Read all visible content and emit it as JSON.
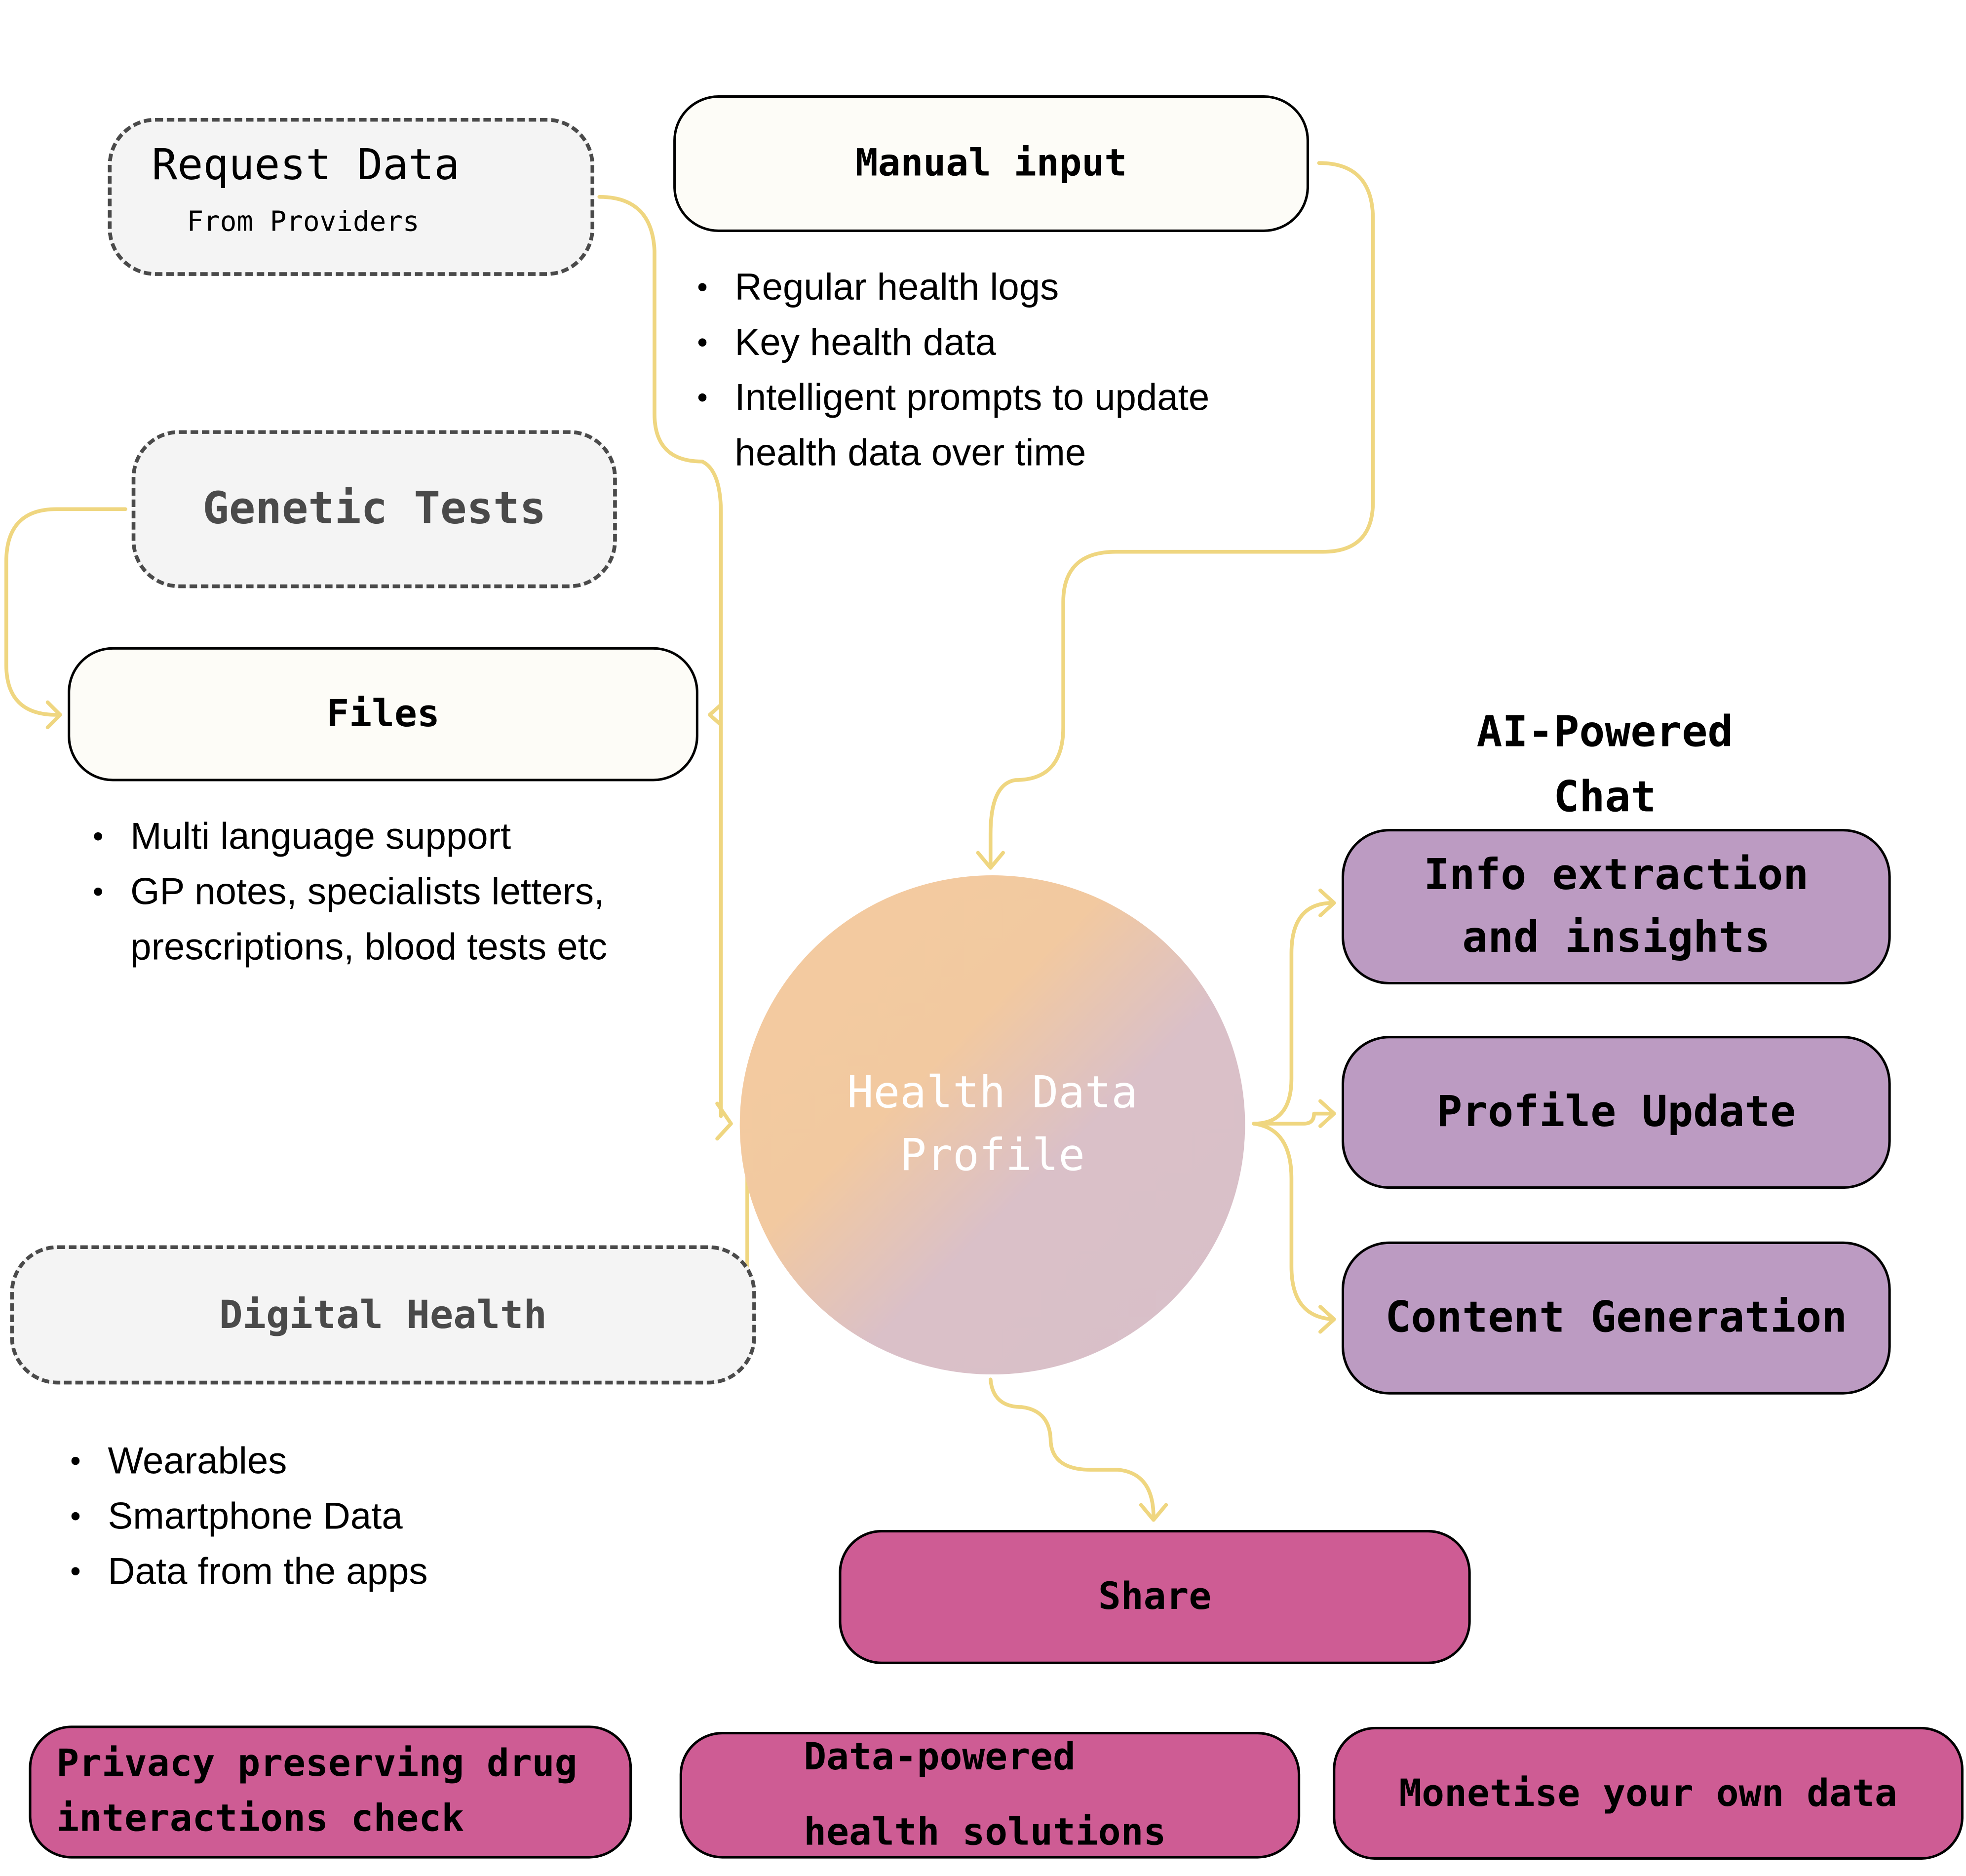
{
  "colors": {
    "connector": "#efd680",
    "source_fill": "#fdfcf7",
    "placeholder_fill": "#f4f4f4",
    "ai_box_fill": "#bc9bc2",
    "action_box_fill": "#ce5c94",
    "hub_gradient_start": "#f4cba0",
    "hub_gradient_end": "#d8bfc9"
  },
  "sources": {
    "request_data": {
      "title": "Request Data",
      "subtitle": "From Providers"
    },
    "manual_input": {
      "title": "Manual input",
      "bullets": [
        "Regular health logs",
        "Key health data",
        "Intelligent prompts to update health data over time"
      ]
    },
    "genetic_tests": {
      "title": "Genetic Tests"
    },
    "files": {
      "title": "Files",
      "bullets": [
        "Multi language support",
        "GP notes, specialists letters, prescriptions, blood tests etc"
      ]
    },
    "digital_health": {
      "title": "Digital Health",
      "bullets": [
        "Wearables",
        "Smartphone Data",
        "Data from the apps"
      ]
    }
  },
  "hub": {
    "line1": "Health Data",
    "line2": "Profile"
  },
  "ai_chat": {
    "heading_line1": "AI-Powered",
    "heading_line2": "Chat",
    "items": [
      {
        "line1": "Info extraction",
        "line2": "and insights"
      },
      {
        "line1": "Profile Update"
      },
      {
        "line1": "Content Generation"
      }
    ]
  },
  "share": {
    "label": "Share"
  },
  "share_outcomes": [
    {
      "line1": "Privacy preserving drug",
      "line2": "interactions check"
    },
    {
      "line1": "Data-powered",
      "line2": "health solutions"
    },
    {
      "line1": "Monetise your own data"
    }
  ]
}
